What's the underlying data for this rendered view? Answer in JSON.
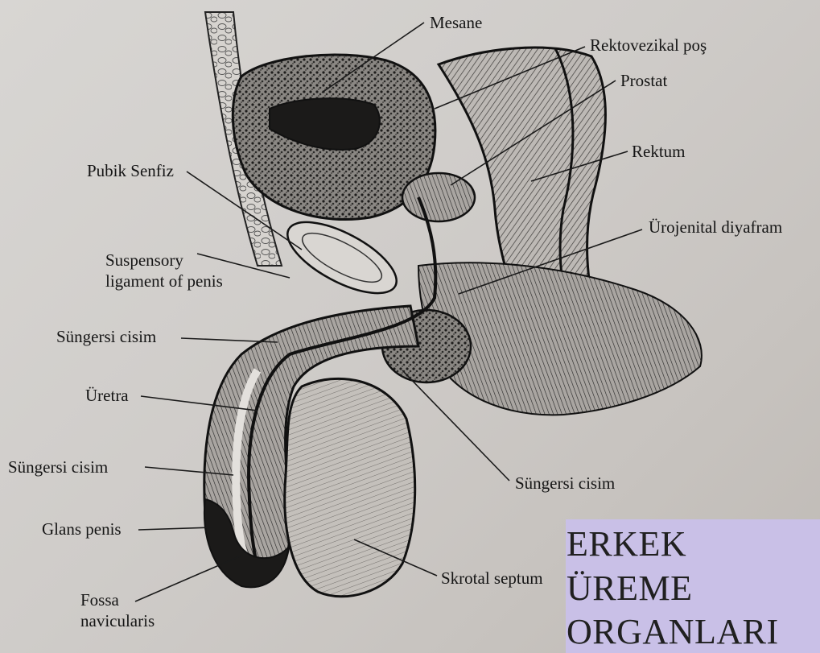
{
  "diagram": {
    "labels": {
      "mesane": "Mesane",
      "rektovezikal_pos": "Rektovezikal poş",
      "prostat": "Prostat",
      "rektum": "Rektum",
      "pubik_senfiz": "Pubik Senfiz",
      "urojenital_diyafram": "Ürojenital diyafram",
      "suspensory_line1": "Suspensory",
      "suspensory_line2": "ligament of penis",
      "sungersi_cisim_top": "Süngersi cisim",
      "uretra": "Üretra",
      "sungersi_cisim_bottom": "Süngersi cisim",
      "sungersi_cisim_right": "Süngersi cisim",
      "glans_penis": "Glans penis",
      "skrotal_septum": "Skrotal septum",
      "fossa_line1": "Fossa",
      "fossa_line2": "navicularis"
    },
    "title": {
      "line1": "ERKEK",
      "line2": "ÜREME",
      "line3": "ORGANLARI"
    }
  },
  "colors": {
    "background": "#cfccc9",
    "ink": "#151515",
    "title_box": "#c9c0e7"
  }
}
